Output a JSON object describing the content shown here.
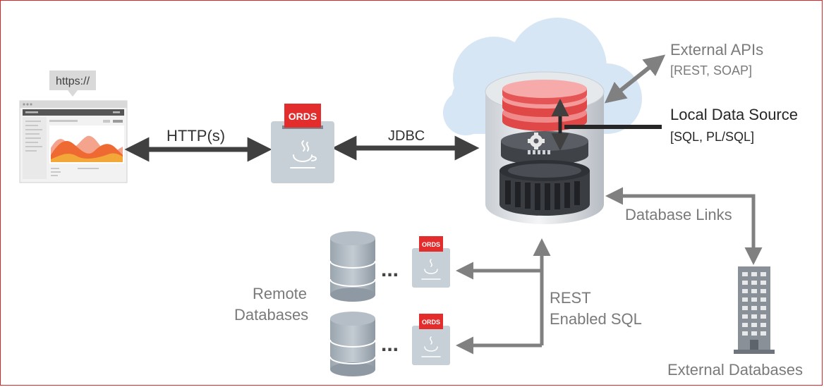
{
  "browser": {
    "url_bubble": "https://"
  },
  "ords_server": {
    "badge": "ORDS"
  },
  "remote_servers": [
    {
      "badge": "ORDS"
    },
    {
      "badge": "ORDS"
    }
  ],
  "connectors": {
    "http": "HTTP(s)",
    "jdbc": "JDBC",
    "ellipsis": "..."
  },
  "external_apis": {
    "title": "External APIs",
    "detail": "[REST, SOAP]"
  },
  "local_data_source": {
    "title": "Local Data Source",
    "detail": "[SQL, PL/SQL]"
  },
  "database_links": {
    "label": "Database Links"
  },
  "rest_enabled_sql": {
    "line1": "REST",
    "line2": "Enabled SQL"
  },
  "remote_databases": {
    "line1": "Remote",
    "line2": "Databases"
  },
  "external_databases": {
    "label": "External Databases"
  },
  "colors": {
    "border": "#d9262b",
    "ords_red": "#e32c2c",
    "arrow_dark": "#404040",
    "arrow_grey": "#808080",
    "cloud": "#d6e6f4"
  }
}
